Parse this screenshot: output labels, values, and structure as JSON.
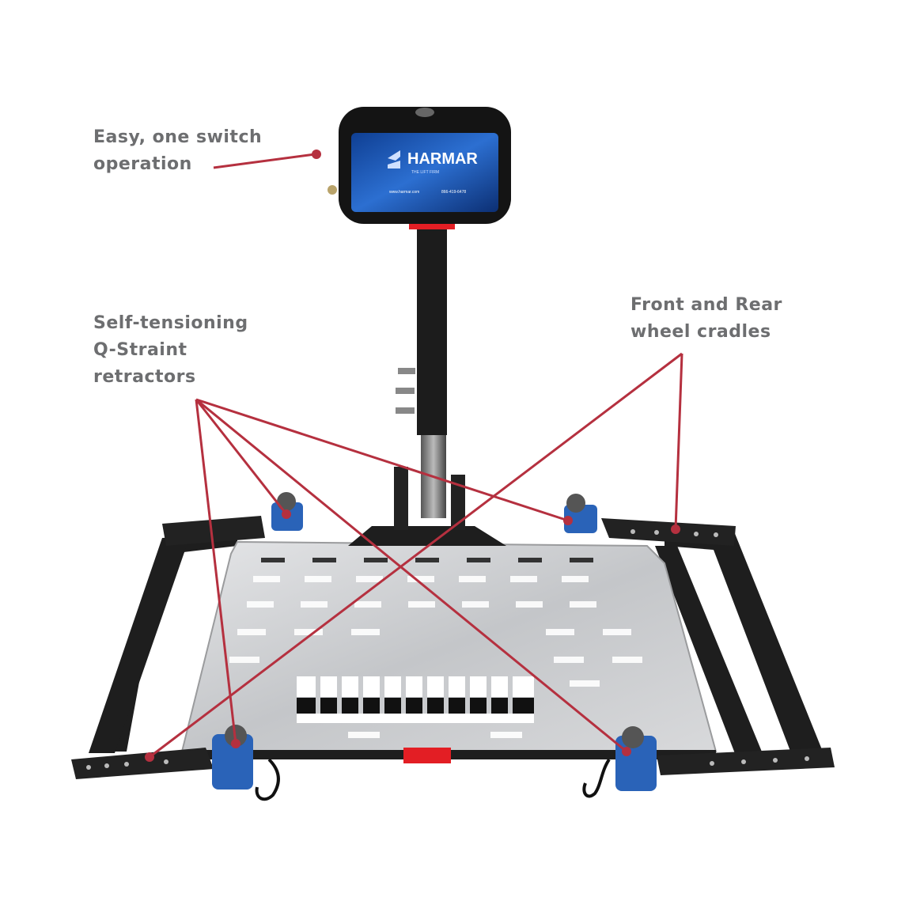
{
  "callouts": {
    "switch": {
      "line1": "Easy, one switch",
      "line2": "operation"
    },
    "retractors": {
      "line1": "Self-tensioning",
      "line2": "Q-Straint",
      "line3": "retractors"
    },
    "cradles": {
      "line1": "Front and Rear",
      "line2": "wheel cradles"
    }
  },
  "device": {
    "brand": "HARMAR",
    "tagline": "THE LIFT FIRM",
    "website": "www.harmar.com",
    "phone": "866-419-6478"
  },
  "colors": {
    "callout_line": "#b5303f",
    "label_text": "#6d6e70",
    "frame": "#1c1c1c",
    "platform": "#c9cbce",
    "retractor": "#2a63b8",
    "screen": "#1a4fa8"
  }
}
